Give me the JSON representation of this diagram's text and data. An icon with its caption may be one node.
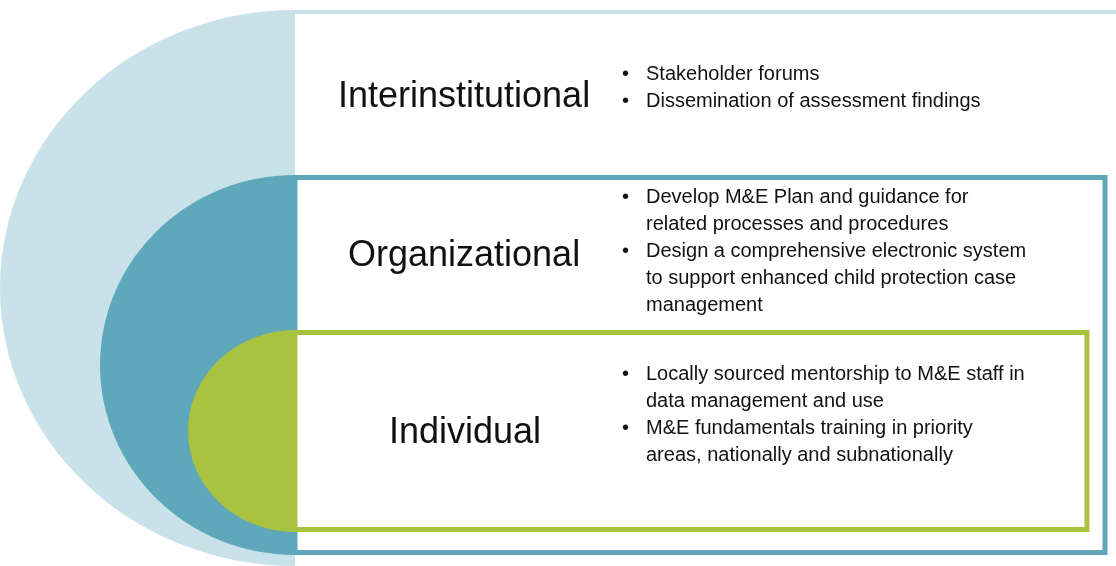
{
  "diagram": {
    "nodes": [
      {
        "text": [
          "Interinstitutional",
          "•",
          "Stakeholder forums",
          "•",
          "Dissemination of assessment findings"
        ]
      },
      {
        "text": [
          "Organizational",
          "•",
          "Develop M&E Plan and guidance for related processes and procedures",
          "•",
          "Design a comprehensive electronic system to support enhanced child protection case management"
        ],
        "in": 0
      },
      {
        "text": [
          "Individual",
          "•",
          "Locally sourced mentorship to M&E staff in data management and use",
          "•",
          "M&E fundamentals training in priority areas, nationally and subnationally"
        ],
        "in": 1
      }
    ]
  }
}
